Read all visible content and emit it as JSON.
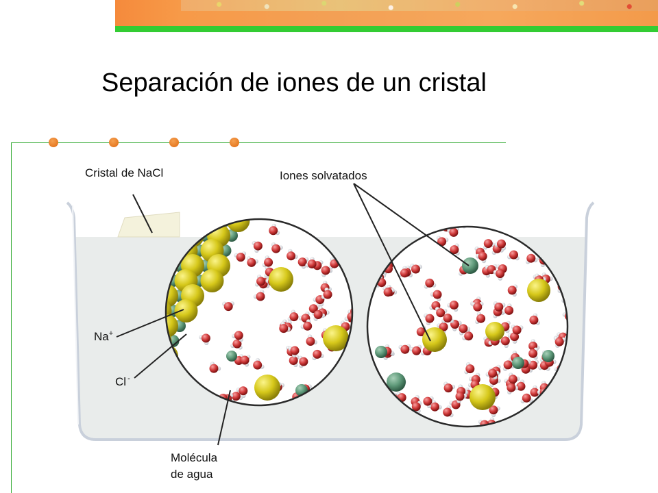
{
  "header": {
    "green": "#33cc33",
    "orange": "#f58a3c"
  },
  "title": "Separación de iones de un cristal",
  "labels": {
    "crystal": "Cristal de NaCl",
    "solvated": "Iones solvatados",
    "na": "Na",
    "na_sup": "+",
    "cl": "Cl",
    "cl_sup": "-",
    "water_line1": "Molécula",
    "water_line2": "de agua"
  },
  "colors": {
    "cl_ion": "#d6c81a",
    "na_ion": "#5f9a7a",
    "oxygen": "#d03a3a",
    "hydrogen": "#ffffff",
    "water_bg": "#e9eceb",
    "frame_line": "#33aa33",
    "bullet": "#e87a20"
  }
}
